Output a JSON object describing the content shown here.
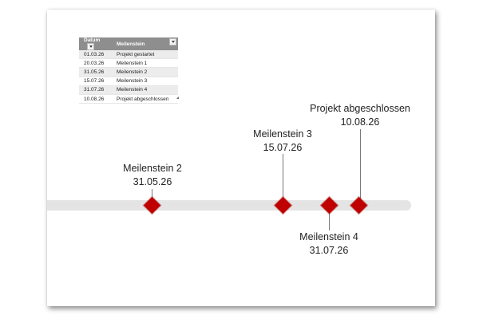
{
  "table": {
    "headers": {
      "date": "Datum",
      "name": "Meilenstein"
    },
    "rows": [
      {
        "date": "01.03.26",
        "name": "Projekt gestartet"
      },
      {
        "date": "20.03.26",
        "name": "Meilenstein 1"
      },
      {
        "date": "31.05.26",
        "name": "Meilenstein 2"
      },
      {
        "date": "15.07.26",
        "name": "Meilenstein 3"
      },
      {
        "date": "31.07.26",
        "name": "Meilenstein 4"
      },
      {
        "date": "10.08.26",
        "name": "Projekt abgeschlossen"
      }
    ]
  },
  "timeline": {
    "milestones": [
      {
        "name": "Meilenstein 2",
        "date": "31.05.26"
      },
      {
        "name": "Meilenstein 3",
        "date": "15.07.26"
      },
      {
        "name": "Meilenstein 4",
        "date": "31.07.26"
      },
      {
        "name": "Projekt abgeschlossen",
        "date": "10.08.26"
      }
    ]
  },
  "colors": {
    "marker": "#c00000",
    "track": "#e4e4e4",
    "table_header": "#8e8e8e"
  },
  "icons": {
    "filter": "dropdown-arrow-icon",
    "resize": "resize-handle-icon"
  }
}
